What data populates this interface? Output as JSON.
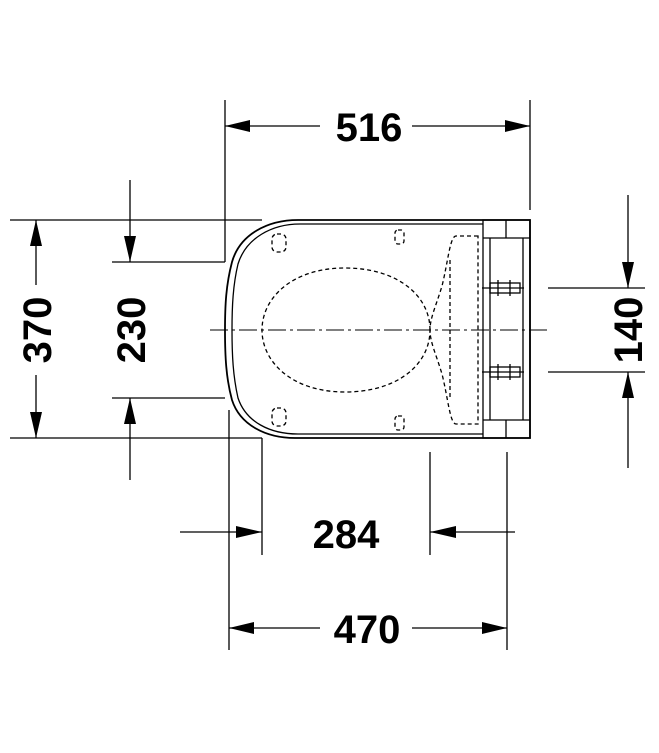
{
  "dimensions": {
    "overall_length": "516",
    "overall_width": "370",
    "seat_opening_width": "230",
    "fixing_distance": "140",
    "bowl_depth": "284",
    "projection": "470"
  },
  "colors": {
    "line": "#000000",
    "background": "#ffffff"
  }
}
